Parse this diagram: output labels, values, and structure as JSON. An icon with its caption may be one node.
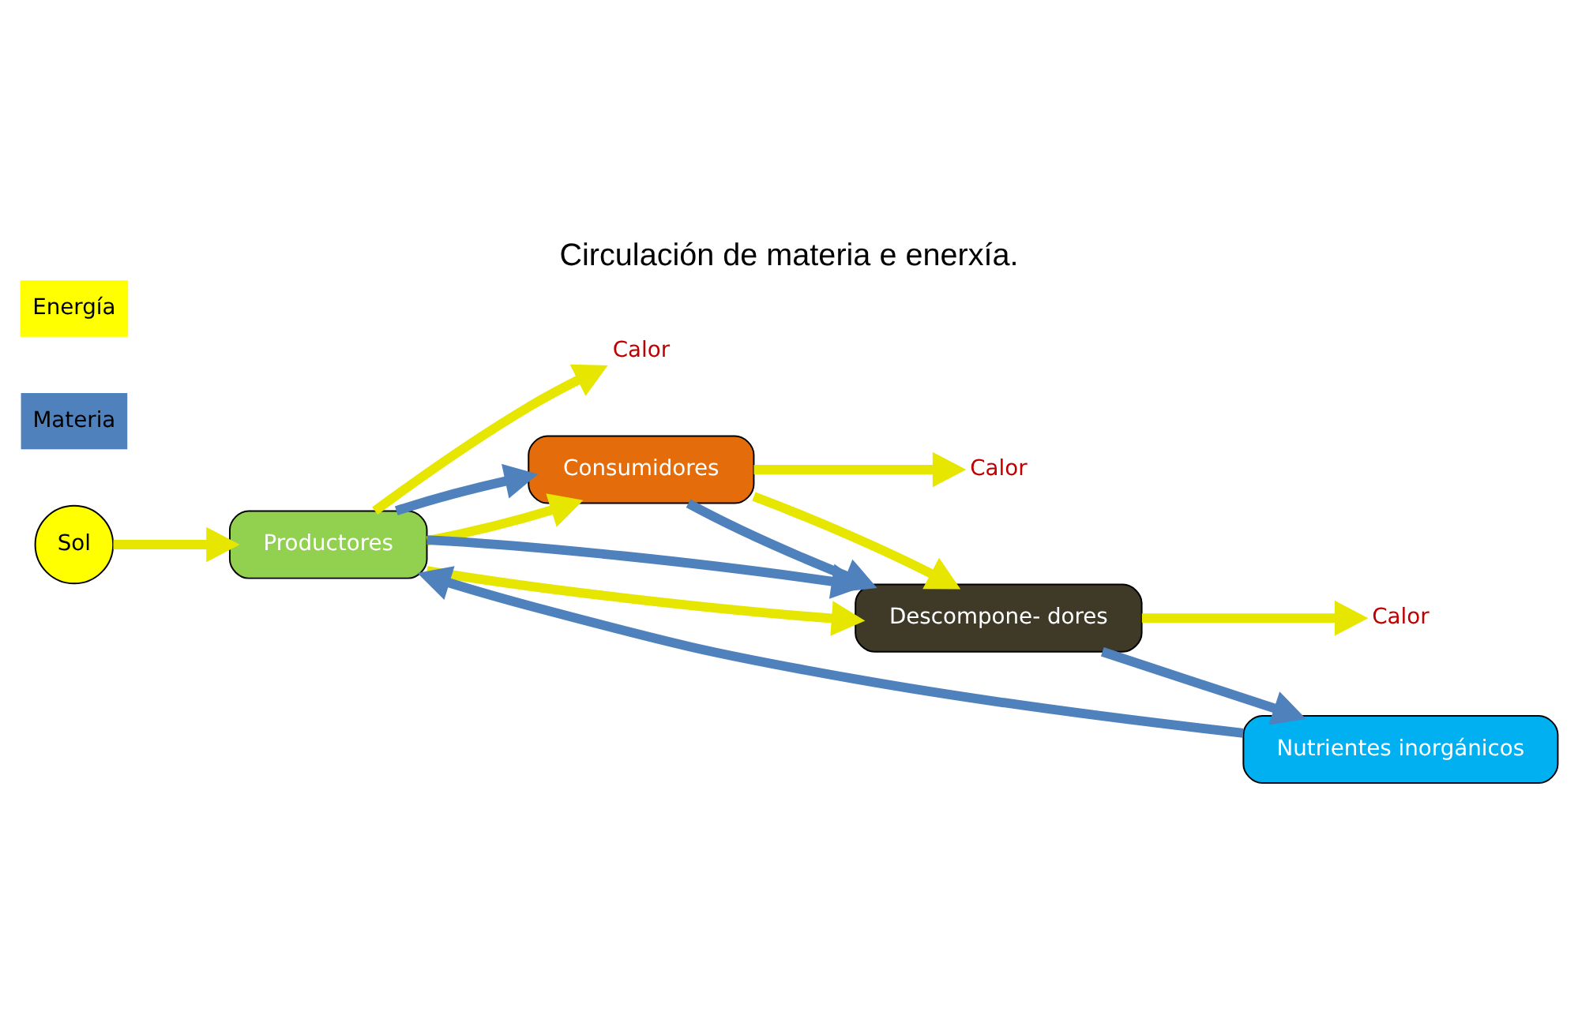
{
  "diagram": {
    "title": "Circulación de materia e enerxía.",
    "nodes": [
      {
        "text": [
          "Sol"
        ]
      },
      {
        "text": [
          "Productores"
        ]
      },
      {
        "text": [
          "Calor"
        ]
      },
      {
        "text": [
          "Consumidores"
        ]
      },
      {
        "text": [
          "Calor"
        ]
      },
      {
        "text": [
          "Nutrientes inorgánicos"
        ]
      },
      {
        "text": [
          "Descompone- dores"
        ]
      },
      {
        "text": [
          "Calor"
        ]
      }
    ],
    "edges": [
      {
        "from": 0,
        "to": 1,
        "arrow": "to"
      },
      {
        "from": 1,
        "to": 2,
        "arrow": "to"
      },
      {
        "from": 1,
        "to": 3,
        "arrow": "to"
      },
      {
        "from": 1,
        "to": 3,
        "arrow": "to",
        "color": "#4f81bd"
      },
      {
        "from": 3,
        "to": 4,
        "arrow": "to"
      },
      {
        "from": 1,
        "to": 6,
        "arrow": "to"
      },
      {
        "from": 1,
        "to": 6,
        "arrow": "to",
        "color": "#4f81bd"
      },
      {
        "from": 3,
        "to": 6,
        "arrow": "to",
        "color": "#4f81bd"
      },
      {
        "from": 3,
        "to": 6,
        "arrow": "to"
      },
      {
        "from": 6,
        "to": 5,
        "arrow": "to",
        "color": "#4f81bd"
      },
      {
        "from": 5,
        "to": 1,
        "arrow": "to",
        "color": "#4f81bd"
      },
      {
        "from": 6,
        "to": 7,
        "arrow": "to"
      }
    ],
    "legend": [
      {
        "text": "Energía",
        "color": "#ffff00"
      },
      {
        "text": "Materia",
        "color": "#4f81bd"
      }
    ]
  }
}
